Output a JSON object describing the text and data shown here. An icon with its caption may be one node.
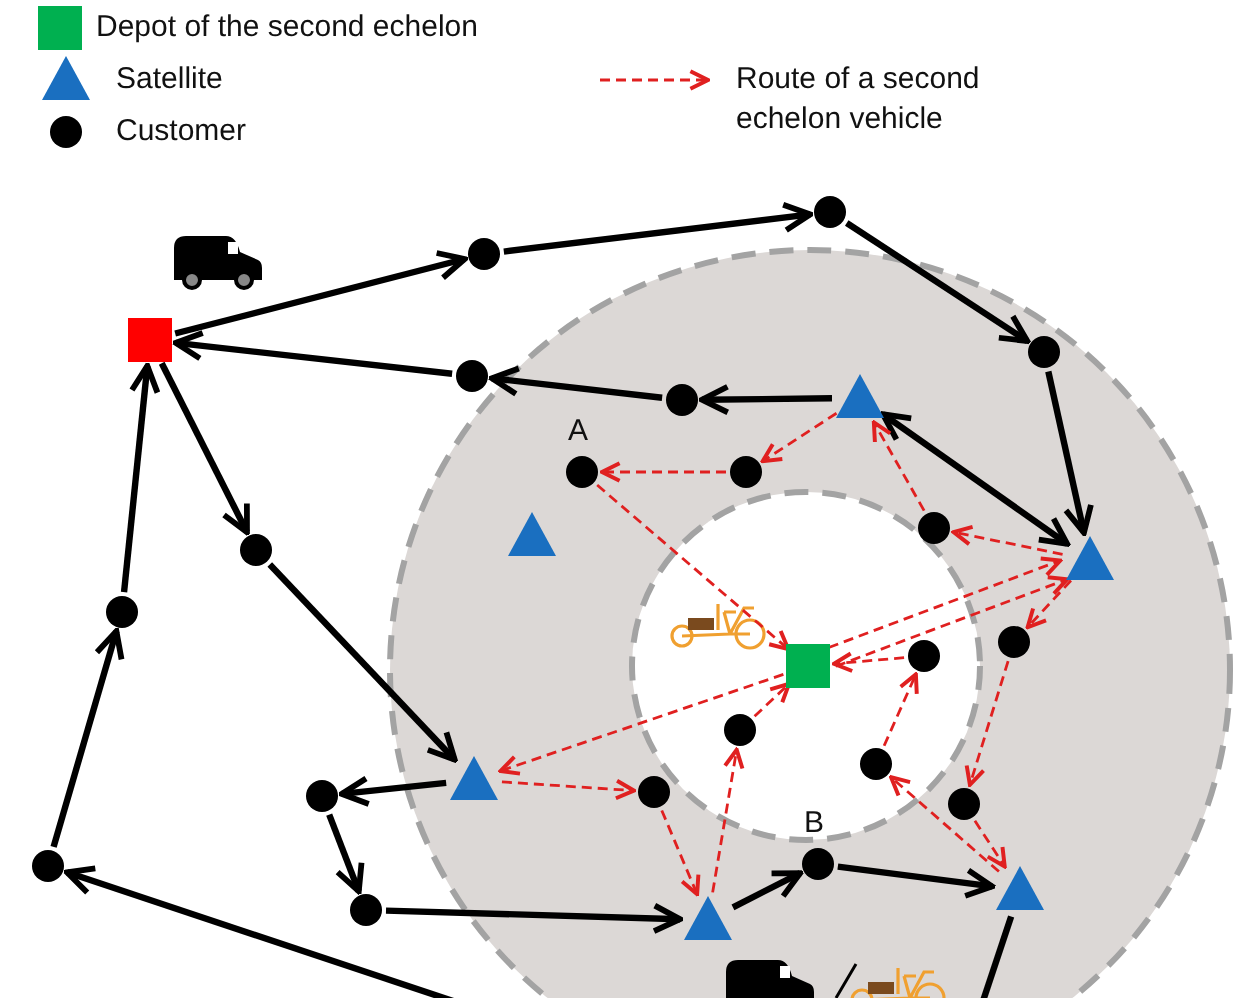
{
  "diagram": {
    "nodes": [
      {
        "text": [],
        "shape": "box"
      },
      {
        "text": [],
        "shape": "circle"
      },
      {
        "text": [],
        "shape": "circle"
      },
      {
        "text": [],
        "shape": "circle"
      },
      {
        "text": [],
        "shape": "triangle"
      },
      {
        "text": [],
        "shape": "circle"
      },
      {
        "text": [],
        "shape": "circle"
      },
      {
        "text": [],
        "shape": "circle",
        "beside": [
          "A"
        ]
      },
      {
        "text": [],
        "shape": "circle"
      },
      {
        "text": [],
        "shape": "triangle"
      },
      {
        "text": [],
        "shape": "circle"
      },
      {
        "text": [],
        "shape": "triangle"
      },
      {
        "text": [],
        "shape": "circle"
      },
      {
        "text": [],
        "shape": "circle"
      },
      {
        "text": [],
        "shape": "box"
      },
      {
        "text": [],
        "shape": "circle"
      },
      {
        "text": [],
        "shape": "circle"
      },
      {
        "text": [],
        "shape": "circle"
      },
      {
        "text": [],
        "shape": "circle"
      },
      {
        "text": [],
        "shape": "triangle"
      },
      {
        "text": [],
        "shape": "circle"
      },
      {
        "text": [],
        "shape": "circle"
      },
      {
        "text": [],
        "shape": "circle"
      },
      {
        "text": [],
        "shape": "circle",
        "beside": [
          "B"
        ]
      },
      {
        "text": [],
        "shape": "triangle"
      },
      {
        "text": [],
        "shape": "circle"
      },
      {
        "text": [],
        "shape": "triangle"
      },
      {
        "text": [],
        "shape": "circle"
      }
    ],
    "edges": [
      {
        "from": 0,
        "to": 1,
        "arrow": "to"
      },
      {
        "from": 1,
        "to": 2,
        "arrow": "to"
      },
      {
        "from": 2,
        "to": 3,
        "arrow": "to"
      },
      {
        "from": 3,
        "to": 11,
        "arrow": "to"
      },
      {
        "from": 11,
        "to": 4,
        "arrow": "both"
      },
      {
        "from": 4,
        "to": 5,
        "arrow": "to"
      },
      {
        "from": 5,
        "to": 6,
        "arrow": "to"
      },
      {
        "from": 6,
        "to": 0,
        "arrow": "to"
      },
      {
        "from": 0,
        "to": 12,
        "arrow": "to"
      },
      {
        "from": 12,
        "to": 19,
        "arrow": "to"
      },
      {
        "from": 19,
        "to": 20,
        "arrow": "to"
      },
      {
        "from": 20,
        "to": 25,
        "arrow": "to"
      },
      {
        "from": 25,
        "to": 24,
        "arrow": "to"
      },
      {
        "from": 24,
        "to": 23,
        "arrow": "to"
      },
      {
        "from": 23,
        "to": 26,
        "arrow": "to"
      },
      {
        "from": 26,
        "to": null,
        "arrow": "none"
      },
      {
        "from": null,
        "to": 27,
        "arrow": "to"
      },
      {
        "from": 27,
        "to": 13,
        "arrow": "to"
      },
      {
        "from": 13,
        "to": 0,
        "arrow": "to"
      },
      {
        "from": 4,
        "to": 8,
        "arrow": "to",
        "style": "dashed",
        "color": "#e02020"
      },
      {
        "from": 8,
        "to": 7,
        "arrow": "to",
        "style": "dashed",
        "color": "#e02020"
      },
      {
        "from": 7,
        "to": 14,
        "arrow": "to",
        "style": "dashed",
        "color": "#e02020"
      },
      {
        "from": 11,
        "to": 10,
        "arrow": "to",
        "style": "dashed",
        "color": "#e02020"
      },
      {
        "from": 10,
        "to": 4,
        "arrow": "to",
        "style": "dashed",
        "color": "#e02020"
      },
      {
        "from": 14,
        "to": 11,
        "arrow": "to",
        "style": "dashed",
        "color": "#e02020"
      },
      {
        "from": 14,
        "to": 11,
        "arrow": "to",
        "style": "dashed",
        "color": "#e02020"
      },
      {
        "from": 14,
        "to": 19,
        "arrow": "to",
        "style": "dashed",
        "color": "#e02020"
      },
      {
        "from": 19,
        "to": 21,
        "arrow": "to",
        "style": "dashed",
        "color": "#e02020"
      },
      {
        "from": 21,
        "to": 24,
        "arrow": "to",
        "style": "dashed",
        "color": "#e02020"
      },
      {
        "from": 24,
        "to": 17,
        "arrow": "to",
        "style": "dashed",
        "color": "#e02020"
      },
      {
        "from": 17,
        "to": 14,
        "arrow": "to",
        "style": "dashed",
        "color": "#e02020"
      },
      {
        "from": 15,
        "to": 14,
        "arrow": "to",
        "style": "dashed",
        "color": "#e02020"
      },
      {
        "from": 18,
        "to": 15,
        "arrow": "to",
        "style": "dashed",
        "color": "#e02020"
      },
      {
        "from": 26,
        "to": 18,
        "arrow": "to",
        "style": "dashed",
        "color": "#e02020"
      },
      {
        "from": 11,
        "to": 16,
        "arrow": "to",
        "style": "dashed",
        "color": "#e02020"
      },
      {
        "from": 16,
        "to": 22,
        "arrow": "to",
        "style": "dashed",
        "color": "#e02020"
      },
      {
        "from": 22,
        "to": 26,
        "arrow": "to",
        "style": "dashed",
        "color": "#e02020"
      }
    ],
    "legend": [
      {
        "text": "Depot of the second echelon",
        "color": "#00b050"
      },
      {
        "text": "Satellite"
      },
      {
        "text": "Customer"
      },
      {
        "text": "Route of a second echelon vehicle"
      }
    ]
  }
}
